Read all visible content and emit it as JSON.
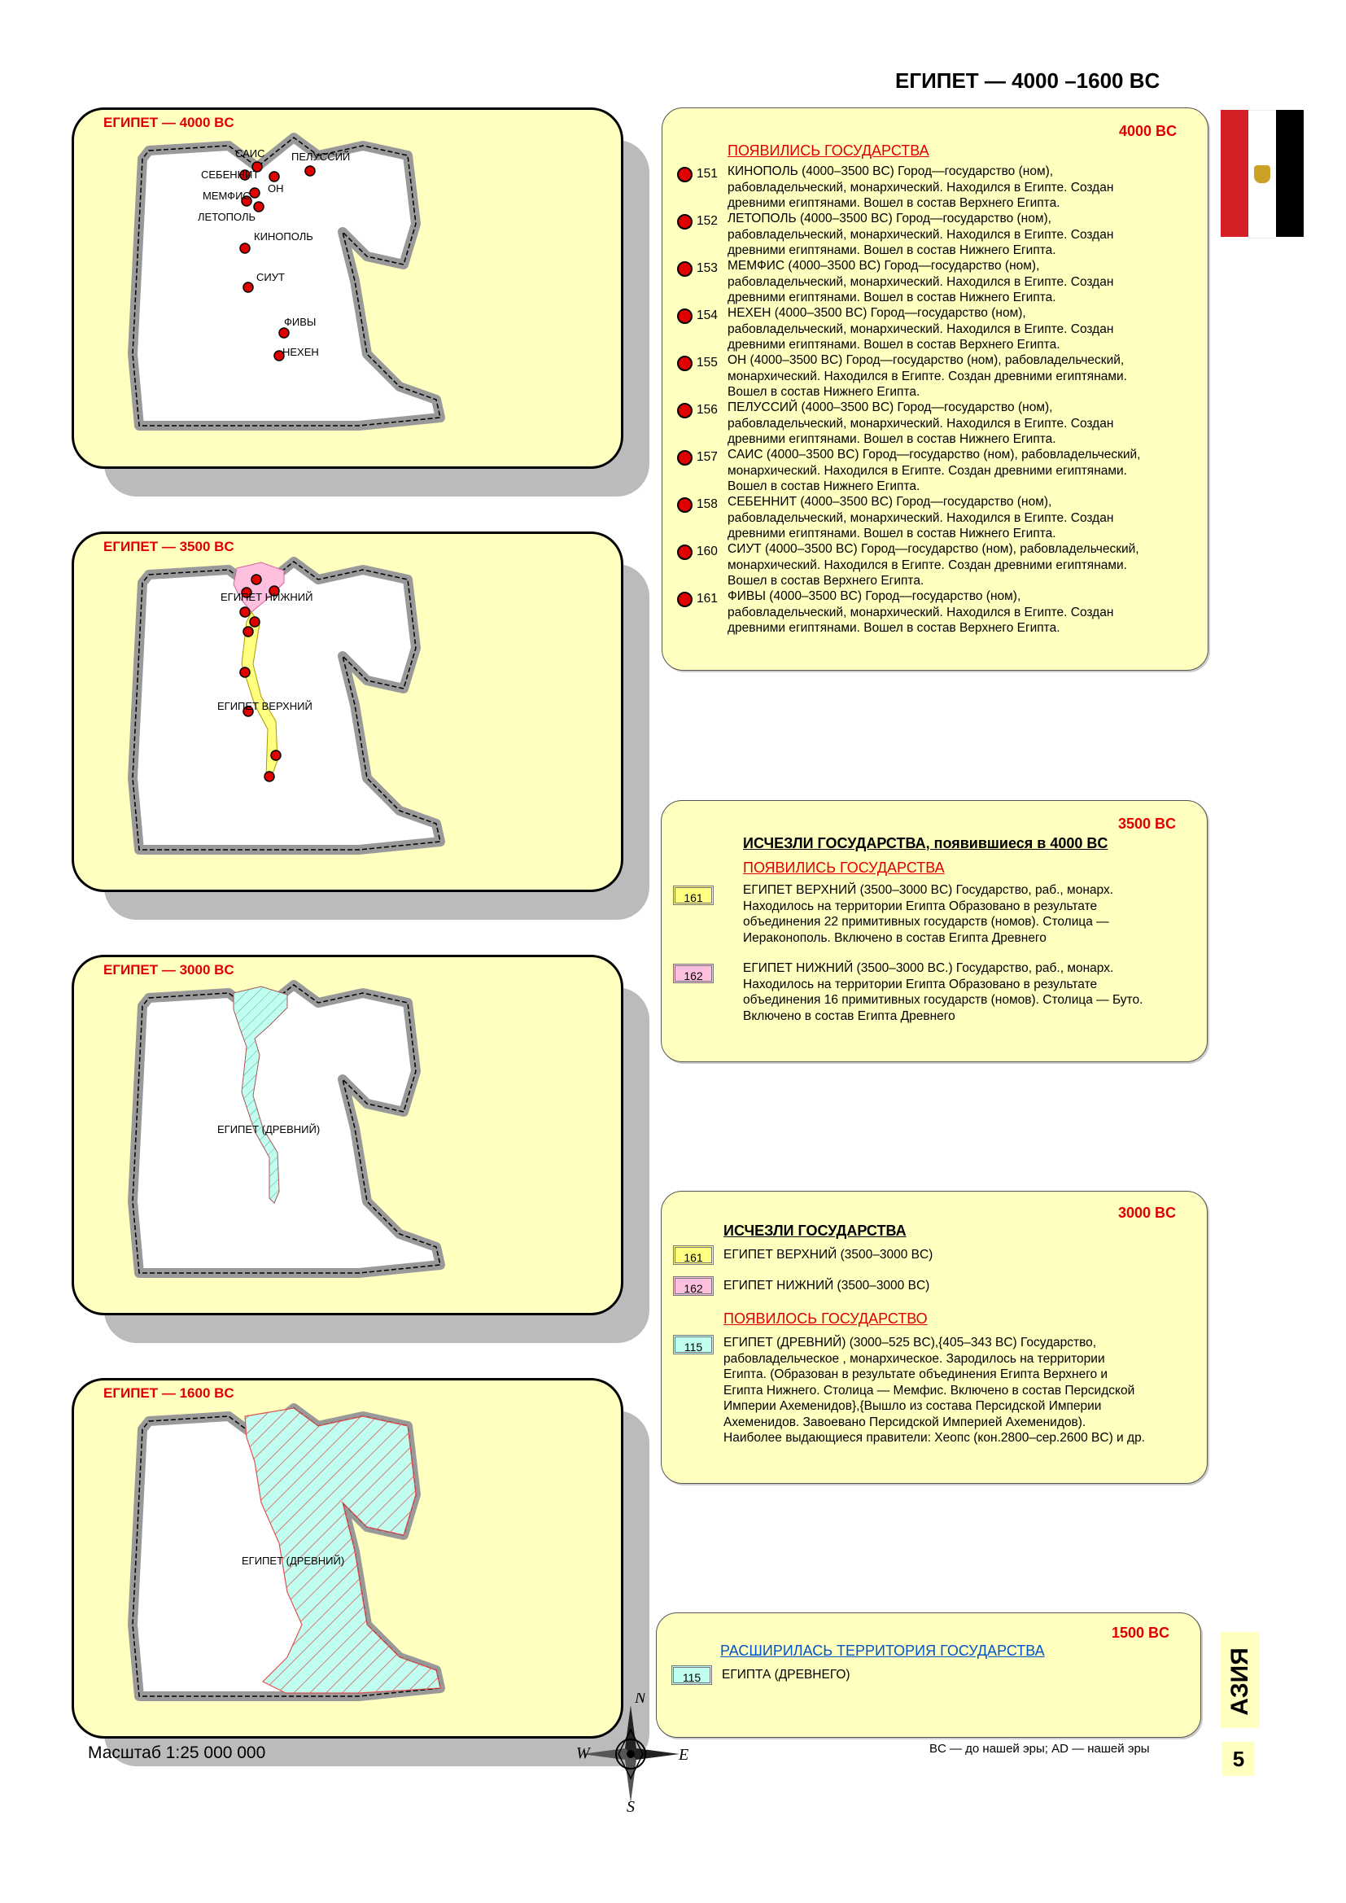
{
  "page": {
    "title": "ЕГИПЕТ — 4000 –1600 BC",
    "side_label": "АЗИЯ",
    "page_number": "5",
    "scale": "Масштаб 1:25 000 000",
    "era_note": "BC — до нашей эры; AD — нашей эры"
  },
  "colors": {
    "panel_bg": "#ffffc0",
    "red": "#e00000",
    "link_blue": "#0055cc",
    "upper_egypt": "#ffff80",
    "lower_egypt": "#ffc0e0",
    "ancient_egypt": "#c0fff0",
    "flag": [
      "#d41f26",
      "#ffffff",
      "#000000"
    ]
  },
  "maps": [
    {
      "title": "ЕГИПЕТ — 4000 BC",
      "cities": [
        "САИС",
        "ПЕЛУССИЙ",
        "СЕБЕННИТ",
        "ОН",
        "МЕМФИС",
        "ЛЕТОПОЛЬ",
        "КИНОПОЛЬ",
        "СИУТ",
        "ФИВЫ",
        "НЕХЕН"
      ]
    },
    {
      "title": "ЕГИПЕТ — 3500 BC",
      "labels": [
        "ЕГИПЕТ НИЖНИЙ",
        "ЕГИПЕТ ВЕРХНИЙ"
      ]
    },
    {
      "title": "ЕГИПЕТ — 3000 BC",
      "labels": [
        "ЕГИПЕТ (ДРЕВНИЙ)"
      ]
    },
    {
      "title": "ЕГИПЕТ — 1600 BC",
      "labels": [
        "ЕГИПЕТ (ДРЕВНИЙ)"
      ],
      "compass": [
        "N",
        "W",
        "E",
        "S"
      ]
    }
  ],
  "panels": [
    {
      "year": "4000 BC",
      "heading_appeared": "ПОЯВИЛИСЬ ГОСУДАРСТВА",
      "entries": [
        {
          "num": "151",
          "lines": [
            "КИНОПОЛЬ (4000–3500 BC)     Город—государство (ном),",
            "рабовладельческий, монархический. Находился в Египте. Создан",
            "древними египтянами. Вошел в состав Верхнего Египта."
          ]
        },
        {
          "num": "152",
          "lines": [
            "ЛЕТОПОЛЬ (4000–3500 BC)     Город—государство (ном),",
            "рабовладельческий, монархический. Находился в Египте. Создан",
            "древними египтянами. Вошел в состав Нижнего Египта."
          ]
        },
        {
          "num": "153",
          "lines": [
            "МЕМФИС (4000–3500 BC)     Город—государство (ном),",
            "рабовладельческий, монархический. Находился в Египте. Создан",
            "древними египтянами. Вошел в состав Нижнего Египта."
          ]
        },
        {
          "num": "154",
          "lines": [
            "НЕХЕН (4000–3500 BC)      Город—государство (ном),",
            "рабовладельческий, монархический. Находился в Египте. Создан",
            "древними египтянами. Вошел в состав Верхнего Египта."
          ]
        },
        {
          "num": "155",
          "lines": [
            "ОН (4000–3500 BC)     Город—государство (ном), рабовладельческий,",
            "монархический. Находился в Египте. Создан древними египтянами.",
            "Вошел в состав Нижнего Египта."
          ]
        },
        {
          "num": "156",
          "lines": [
            "ПЕЛУССИЙ (4000–3500 BC)     Город—государство (ном),",
            "рабовладельческий, монархический. Находился в Египте. Создан",
            "древними египтянами. Вошел в состав Нижнего Египта."
          ]
        },
        {
          "num": "157",
          "lines": [
            "САИС (4000–3500 BC)     Город—государство (ном), рабовладельческий,",
            "монархический. Находился в Египте. Создан древними египтянами.",
            "Вошел в состав Нижнего Египта."
          ]
        },
        {
          "num": "158",
          "lines": [
            "СЕБЕННИТ (4000–3500 BC)     Город—государство (ном),",
            "рабовладельческий, монархический. Находился в Египте. Создан",
            "древними египтянами. Вошел в состав Нижнего Египта."
          ]
        },
        {
          "num": "160",
          "lines": [
            "СИУТ (4000–3500 BC)     Город—государство (ном), рабовладельческий,",
            "монархический. Находился в Египте. Создан древними египтянами.",
            "Вошел в состав Верхнего Египта."
          ]
        },
        {
          "num": "161",
          "lines": [
            "ФИВЫ (4000–3500 BC)     Город—государство (ном),",
            "рабовладельческий, монархический. Находился в Египте. Создан",
            "древними египтянами. Вошел в состав Верхнего Египта."
          ]
        }
      ]
    },
    {
      "year": "3500 BC",
      "heading_disappeared": "ИСЧЕЗЛИ ГОСУДАРСТВА, появившиеся в 4000 BC",
      "heading_appeared": "ПОЯВИЛИСЬ ГОСУДАРСТВА",
      "entries": [
        {
          "badge": "161",
          "lines": [
            "ЕГИПЕТ ВЕРХНИЙ (3500–3000 BC)      Государство, раб., монарх.",
            "Находилось на территории Египта  Образовано в результате",
            "объединения 22 примитивных государств (номов).  Столица —",
            "Иераконополь. Включено в состав Египта Древнего"
          ]
        },
        {
          "badge": "162",
          "lines": [
            "ЕГИПЕТ НИЖНИЙ (3500–3000 BC.)      Государство, раб., монарх.",
            "Находилось на территории Египта  Образовано в результате",
            "объединения 16 примитивных государств (номов).  Столица — Буто.",
            "Включено в состав Египта Древнего"
          ]
        }
      ]
    },
    {
      "year": "3000 BC",
      "heading_disappeared": "ИСЧЕЗЛИ ГОСУДАРСТВА",
      "disappeared": [
        {
          "badge": "161",
          "text": "ЕГИПЕТ ВЕРХНИЙ (3500–3000 BC)"
        },
        {
          "badge": "162",
          "text": "ЕГИПЕТ НИЖНИЙ (3500–3000 BC)"
        }
      ],
      "heading_appeared": "ПОЯВИЛОСЬ ГОСУДАРСТВО",
      "entries": [
        {
          "badge": "115",
          "lines": [
            "ЕГИПЕТ (ДРЕВНИЙ) (3000–525 BC),{405–343 BC)       Государство,",
            "рабовладельческое , монархическое. Зародилось на территории",
            "Египта.  (Образован в результате объединения Египта Верхнего и",
            "Египта Нижнего.  Столица — Мемфис. Включено в состав Персидской",
            "Империи Ахеменидов},{Вышло из состава Персидской Империи",
            "Ахеменидов. Завоевано Персидской Империей Ахеменидов).",
            "Наиболее выдающиеся правители: Хеопс (кон.2800–сер.2600 BC) и др."
          ]
        }
      ]
    },
    {
      "year": "1500 BC",
      "heading_expanded": "РАСШИРИЛАСЬ ТЕРРИТОРИЯ ГОСУДАРСТВА",
      "entries": [
        {
          "badge": "115",
          "text": "ЕГИПТА (ДРЕВНЕГО)"
        }
      ]
    }
  ]
}
